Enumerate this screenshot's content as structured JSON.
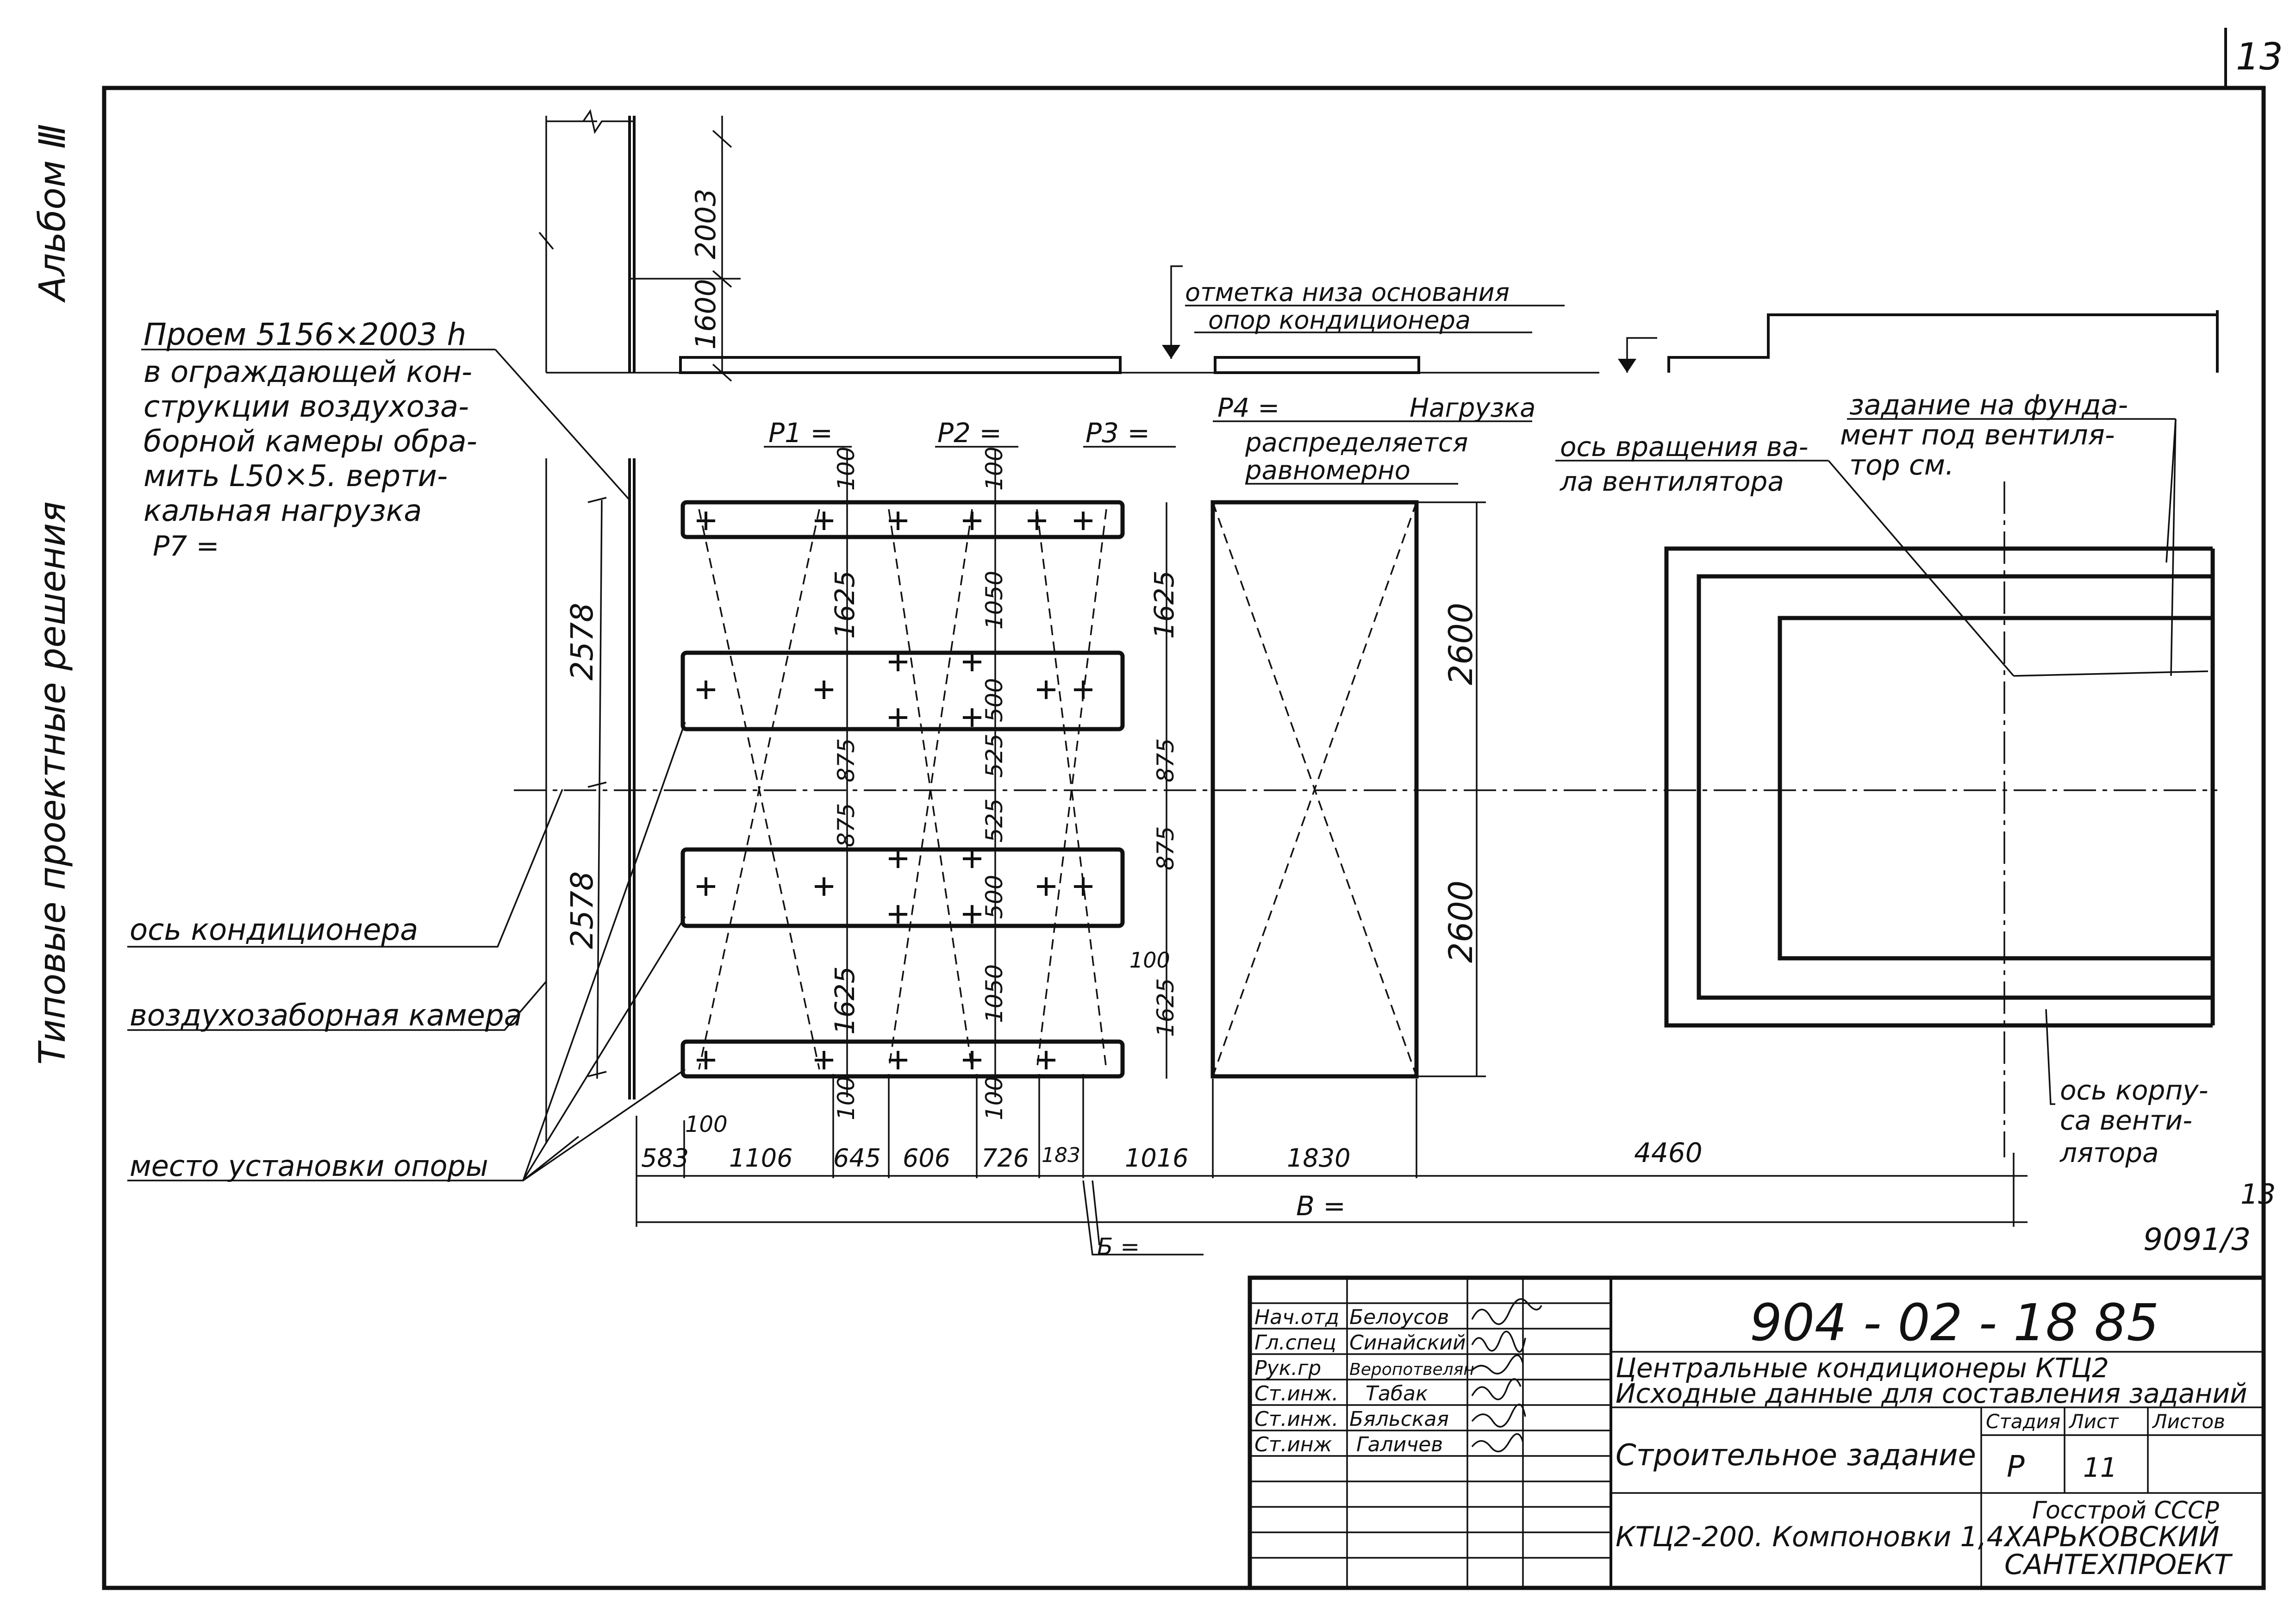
{
  "page_number": "13",
  "side": {
    "album": "Альбом Ⅲ",
    "series": "Типовые проектные решения"
  },
  "notes": {
    "opening_lines": [
      "Проем 5156×2003 h",
      "в ограждающей кон-",
      "струкции воздухоза-",
      "борной камеры обра-",
      "мить L50×5. верти-",
      "кальная нагрузка",
      "P7 ="
    ],
    "support_mark_lines": [
      "отметка низа основания",
      "опор кондиционера"
    ],
    "p4_lines": [
      "P4 =",
      "Нагрузка",
      "распределяется",
      "равномерно"
    ],
    "foundation_lines": [
      "задание на фунда-",
      "мент под вентиля-",
      "тор см."
    ],
    "shaft_axis_lines": [
      "ось вращения ва-",
      "ла вентилятора"
    ],
    "fan_body_axis_lines": [
      "ось корпу-",
      "са венти-",
      "лятора"
    ],
    "conditioner_axis": "ось кондиционера",
    "intake_chamber": "воздухозаборная камера",
    "support_place": "место установки опоры"
  },
  "loads": {
    "p1": "P1 =",
    "p2": "P2 =",
    "p3": "P3 ="
  },
  "dims": {
    "d2003": "2003",
    "d1600": "1600",
    "d2578a": "2578",
    "d2578b": "2578",
    "d2600a": "2600",
    "d2600b": "2600",
    "d1625": "1625",
    "d1050": "1050",
    "d500": "500",
    "d525": "525",
    "d875": "875",
    "d100": "100",
    "bottom": [
      "583",
      "1106",
      "645",
      "606",
      "726",
      "183",
      "1016",
      "1830",
      "4460"
    ],
    "B": "B =",
    "b": "Б ="
  },
  "sheet_ref": {
    "line1": "13",
    "line2": "9091/3"
  },
  "title_block": {
    "code": "904 - 02 - 18 85",
    "title_line1": "Центральные кондиционеры КТЦ2",
    "title_line2": "Исходные данные для составления заданий",
    "sheet_name": "Строительное задание",
    "layout_name": "КТЦ2-200. Компоновки 1,4.",
    "stage_label": "Стадия",
    "sheet_label": "Лист",
    "sheets_label": "Листов",
    "stage": "Р",
    "sheet": "11",
    "org_line1": "Госстрой СССР",
    "org_line2": "ХАРЬКОВСКИЙ",
    "org_line3": "САНТЕХПРОЕКТ",
    "staff": [
      {
        "role": "Нач.отд",
        "name": "Белоусов"
      },
      {
        "role": "Гл.спец",
        "name": "Синайский"
      },
      {
        "role": "Рук.гр",
        "name": "Веропотвелян"
      },
      {
        "role": "Ст.инж.",
        "name": "Табак"
      },
      {
        "role": "Ст.инж.",
        "name": "Бяльская"
      },
      {
        "role": "Ст.инж",
        "name": "Галичев"
      }
    ]
  }
}
